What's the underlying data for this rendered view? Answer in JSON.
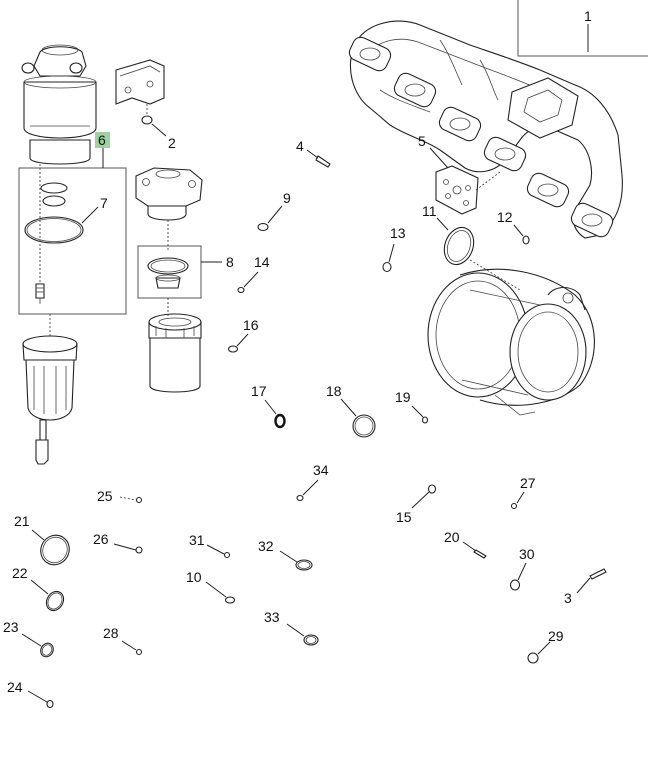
{
  "diagram": {
    "highlight_color": "#9dd19d",
    "line_color": "#222222",
    "callouts": [
      "1",
      "2",
      "3",
      "4",
      "5",
      "6",
      "7",
      "8",
      "9",
      "10",
      "11",
      "12",
      "13",
      "14",
      "15",
      "16",
      "17",
      "18",
      "19",
      "20",
      "21",
      "22",
      "23",
      "24",
      "25",
      "26",
      "27",
      "28",
      "29",
      "30",
      "31",
      "32",
      "33",
      "34"
    ]
  }
}
